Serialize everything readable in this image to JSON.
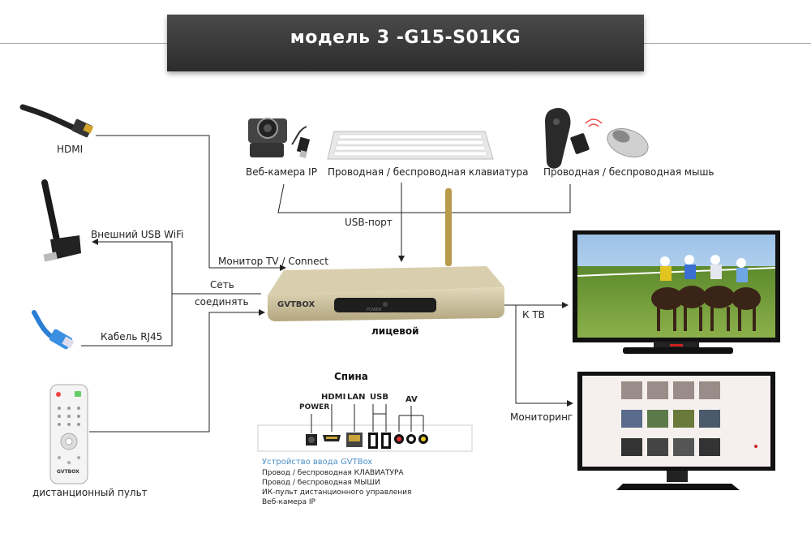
{
  "title": "модель 3 -G15-S01KG",
  "labels": {
    "hdmi": "HDMI",
    "wifi": "Внешний USB WiFi",
    "rj45": "Кабель RJ45",
    "remote": "дистанционный пульт",
    "webcam": "Веб-камера IP",
    "keyboard": "Проводная / беспроводная клавиатура",
    "mouse": "Проводная / беспроводная мышь",
    "usb_port": "USB-порт",
    "monitor_connect": "Монитор TV / Connect",
    "network": "Сеть",
    "connect": "соединять",
    "front": "лицевой",
    "to_tv": "К ТВ",
    "monitoring": "Мониторинг",
    "back": "Спина"
  },
  "device": {
    "brand": "GVTBOX",
    "power_label": "POWER"
  },
  "rear_panel": {
    "ports": [
      "POWER",
      "HDMI",
      "LAN",
      "USB",
      "AV"
    ]
  },
  "input_devices": {
    "heading": "Устройство ввода GVTBox",
    "items": [
      "Провод / беспроводная КЛАВИАТУРА",
      "Провод / беспроводная МЫШИ",
      "ИК-пульт дистанционного управления",
      "Веб-камера IP"
    ]
  },
  "remote_brand": "GVTBOX",
  "colors": {
    "title_bg": "#333333",
    "device_body": "#c9bd9a",
    "accent_blue": "#4a90c8"
  }
}
